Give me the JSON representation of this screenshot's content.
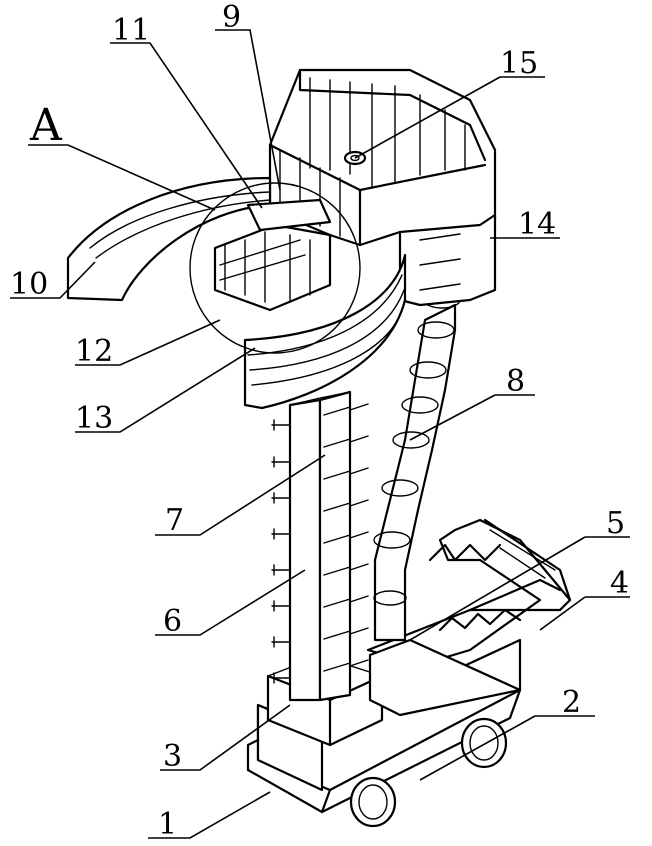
{
  "callouts": {
    "n1": "1",
    "n2": "2",
    "n3": "3",
    "n4": "4",
    "n5": "5",
    "n6": "6",
    "n7": "7",
    "n8": "8",
    "n9": "9",
    "n10": "10",
    "n11": "11",
    "n12": "12",
    "n13": "13",
    "n14": "14",
    "n15": "15",
    "detail": "A"
  }
}
